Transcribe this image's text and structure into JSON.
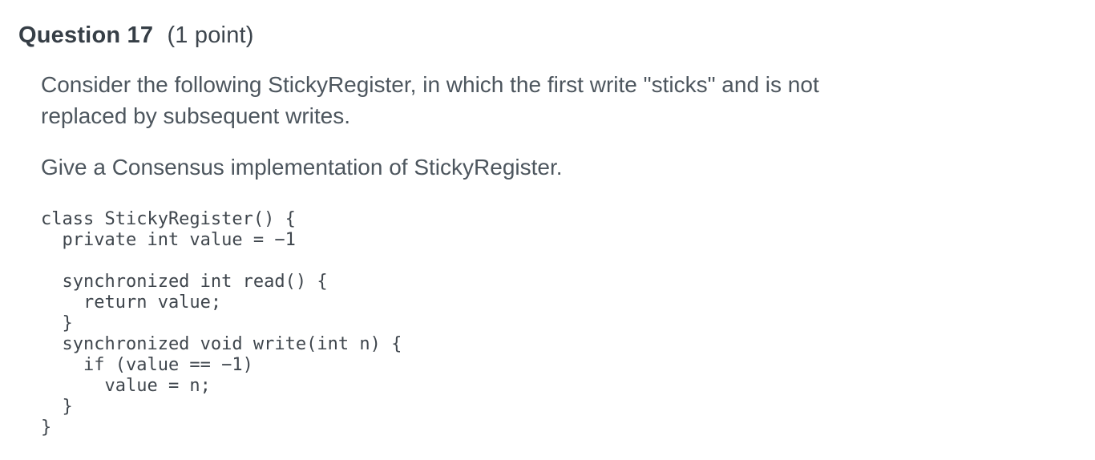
{
  "question_header": {
    "title": "Question 17",
    "points_suffix": "(1 point)"
  },
  "intro_paragraph": {
    "lines": [
      "Consider the following StickyRegister, in which the first write \"sticks\" and is not",
      "replaced by subsequent writes."
    ]
  },
  "task_paragraph": {
    "text": "Give a Consensus implementation of StickyRegister."
  },
  "code_block": {
    "lines": [
      "class StickyRegister() {",
      "  private int value = −1",
      "",
      "  synchronized int read() {",
      "    return value;",
      "  }",
      "  synchronized void write(int n) {",
      "    if (value == −1)",
      "      value = n;",
      "  }",
      "}"
    ]
  },
  "colors": {
    "background": "#ffffff",
    "heading_text": "#363e46",
    "body_text": "#4d565e",
    "code_text": "#3f464d"
  }
}
